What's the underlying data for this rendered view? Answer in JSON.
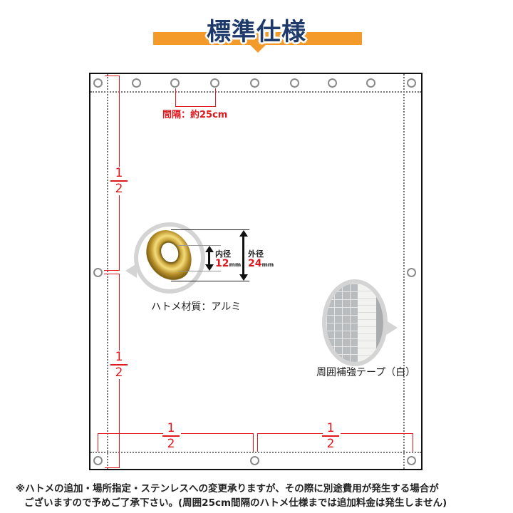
{
  "title": "標準仕様",
  "colors": {
    "banner": "#f39a2b",
    "title": "#1d3a6b",
    "dimension_red": "#e0181e",
    "grommet_gray": "#8a8a8a"
  },
  "diagram": {
    "spacing_label": "間隔：約25cm",
    "fraction": {
      "numerator": "1",
      "denominator": "2"
    },
    "top_grommets_x": [
      138,
      190,
      246,
      302,
      358,
      414,
      466,
      520,
      578
    ],
    "side_grommets_y": [
      382
    ],
    "bottom_grommets_x": [
      138,
      358,
      578
    ]
  },
  "grommet_callout": {
    "inner": {
      "label": "内径",
      "value": "12",
      "unit": "mm"
    },
    "outer": {
      "label": "外径",
      "value": "24",
      "unit": "mm"
    },
    "caption": "ハトメ材質：アルミ"
  },
  "tape_callout": {
    "caption": "周囲補強テープ（白）"
  },
  "note": {
    "line1": "※ハトメの追加・場所指定・ステンレスへの変更承りますが、その際に別途費用が発生する場合が",
    "line2": "ございますので予めご了承下さい。(周囲25cm間隔のハトメ仕様までは追加料金は発生しません)"
  }
}
